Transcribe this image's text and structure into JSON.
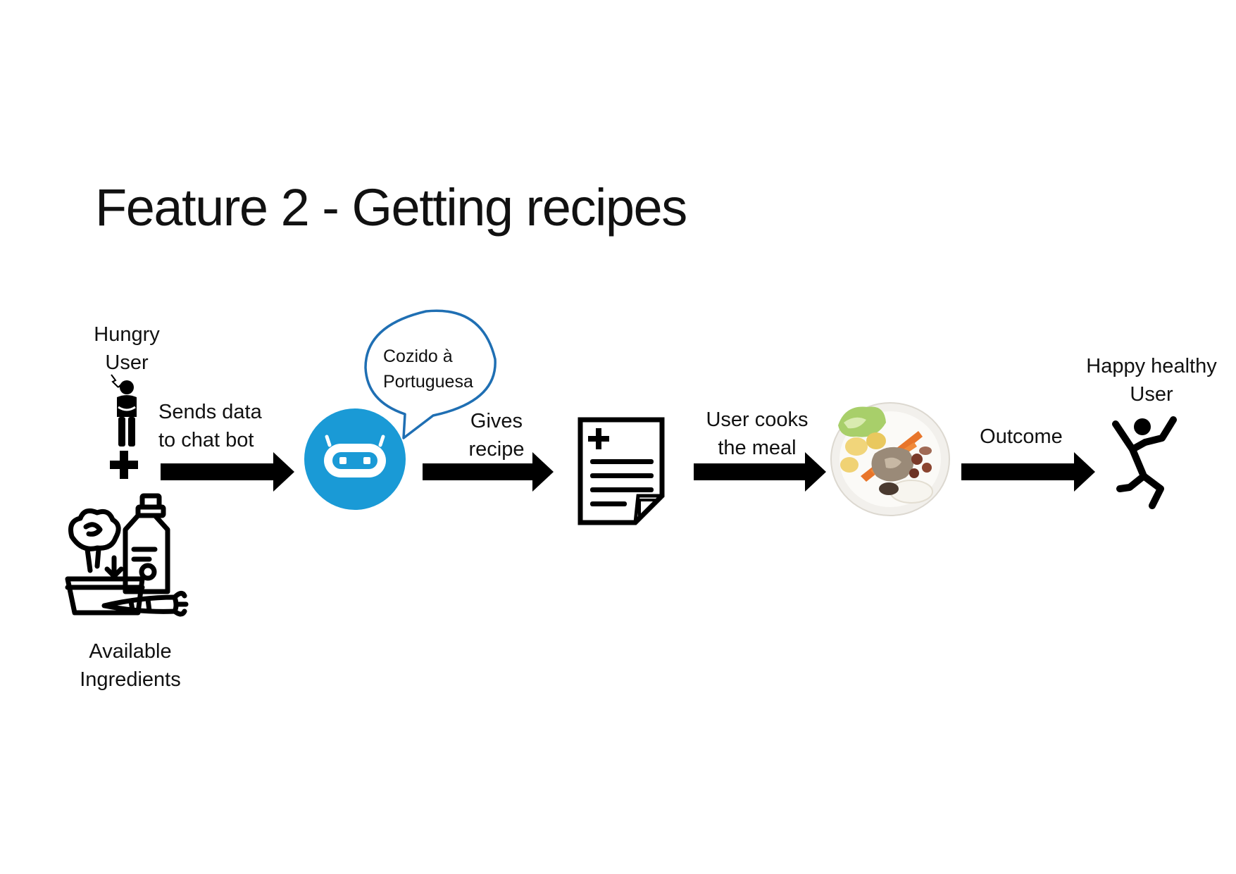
{
  "title": "Feature 2 - Getting recipes",
  "colors": {
    "accent_blue": "#1a9ad6",
    "bubble_stroke": "#1f6fb3",
    "ink": "#000000"
  },
  "steps": {
    "hungry_user": {
      "line1": "Hungry",
      "line2": "User",
      "icon": "hungry-person-icon"
    },
    "ingredients": {
      "line1": "Available",
      "line2": "Ingredients",
      "icon": "grocery-basket-icon"
    },
    "send": {
      "line1": "Sends data",
      "line2": "to chat bot"
    },
    "chatbot": {
      "icon": "chat-bot-icon",
      "speech": {
        "line1": "Cozido à",
        "line2": "Portuguesa"
      }
    },
    "gives": {
      "line1": "Gives",
      "line2": "recipe"
    },
    "recipe": {
      "icon": "recipe-document-icon"
    },
    "cooks": {
      "line1": "User cooks",
      "line2": "the meal"
    },
    "meal": {
      "icon": "meal-plate-image"
    },
    "outcome": {
      "line1": "Outcome"
    },
    "happy_user": {
      "line1": "Happy healthy",
      "line2": "User",
      "icon": "jumping-person-icon"
    }
  }
}
